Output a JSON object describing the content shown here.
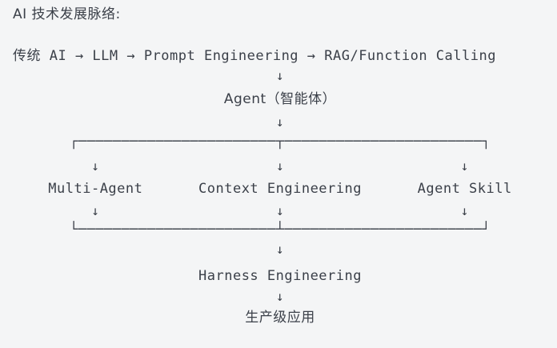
{
  "page": {
    "background_color": "#f4f5f6",
    "text_color": "#3b4049"
  },
  "heading": "AI 技术发展脉络:",
  "pipeline": {
    "text": "传统 AI → LLM → Prompt Engineering → RAG/Function Calling",
    "stages": [
      "传统 AI",
      "LLM",
      "Prompt Engineering",
      "RAG/Function Calling"
    ],
    "separator": "→"
  },
  "arrows": {
    "down": "↓",
    "after_pipeline": "↓",
    "after_agent": "↓",
    "into_multi_agent": "↓",
    "into_context_engineering": "↓",
    "into_agent_skill": "↓",
    "out_multi_agent": "↓",
    "out_context_engineering": "↓",
    "out_agent_skill": "↓",
    "after_bottom_bracket": "↓",
    "after_harness": "↓"
  },
  "agent": {
    "label": "Agent（智能体）"
  },
  "brackets": {
    "top": "┌───────────────────────┬───────────────────────┐",
    "bottom": "└───────────────────────┴───────────────────────┘"
  },
  "branches": [
    {
      "label": "Multi-Agent"
    },
    {
      "label": "Context Engineering"
    },
    {
      "label": "Agent Skill"
    }
  ],
  "harness": {
    "label": "Harness Engineering"
  },
  "outcome": {
    "label": "生产级应用"
  }
}
